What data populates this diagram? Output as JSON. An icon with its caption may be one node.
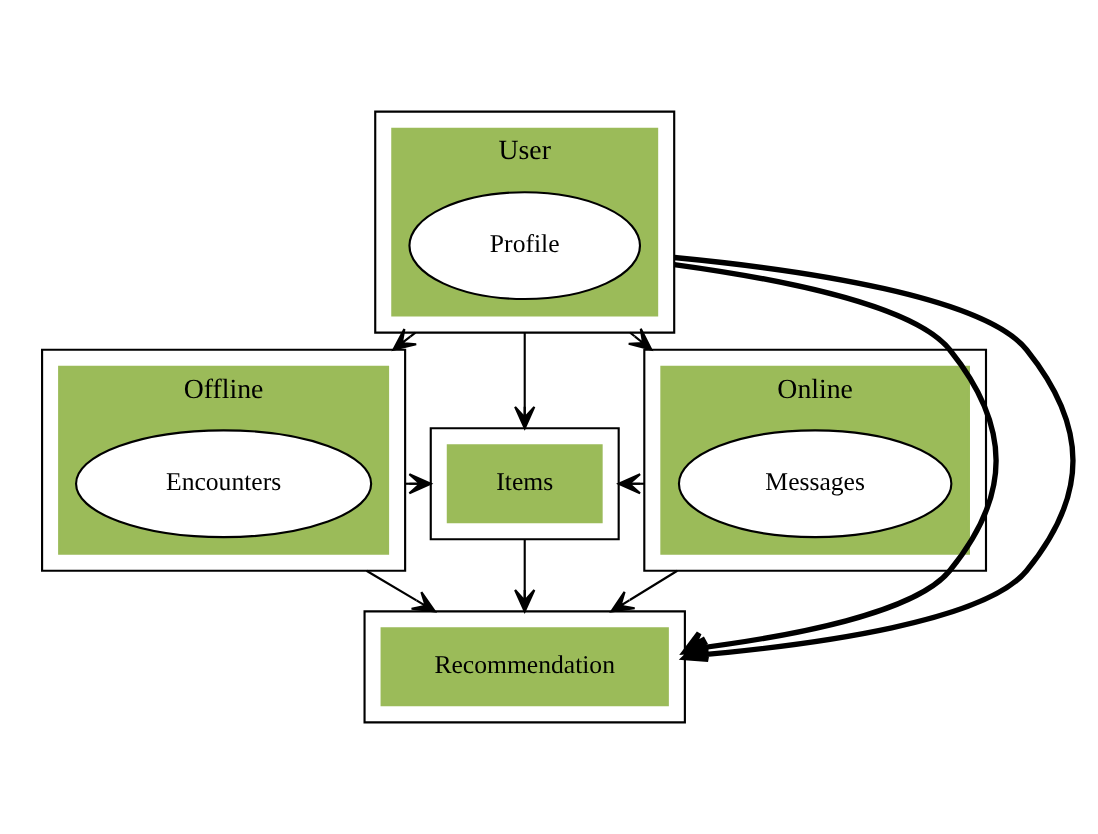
{
  "diagram": {
    "nodes": [
      {
        "text": [],
        "shape": "box"
      },
      {
        "text": [
          "User"
        ],
        "in": 0
      },
      {
        "text": [
          "Profile"
        ],
        "in": 1
      },
      {
        "text": [],
        "shape": "box"
      },
      {
        "text": [
          "Offline"
        ],
        "in": 3
      },
      {
        "text": [
          "Encounters"
        ],
        "in": 4
      },
      {
        "text": [],
        "shape": "box"
      },
      {
        "text": [
          "Items"
        ],
        "in": 6
      },
      {
        "text": [],
        "shape": "box"
      },
      {
        "text": [
          "Online"
        ],
        "in": 8
      },
      {
        "text": [
          "Messages"
        ],
        "in": 9
      },
      {
        "text": [],
        "shape": "box"
      },
      {
        "text": [
          "Recommendation"
        ],
        "in": 11
      }
    ],
    "edges": [
      {
        "from": 0,
        "to": 3,
        "arrow": "to"
      },
      {
        "from": 0,
        "to": 6,
        "arrow": "to"
      },
      {
        "from": 0,
        "to": 8,
        "arrow": "to"
      },
      {
        "from": 3,
        "to": 6,
        "arrow": "to"
      },
      {
        "from": 8,
        "to": 6,
        "arrow": "to"
      },
      {
        "from": 3,
        "to": 11,
        "arrow": "to"
      },
      {
        "from": 6,
        "to": 11,
        "arrow": "to"
      },
      {
        "from": 8,
        "to": 11,
        "arrow": "to"
      },
      {
        "from": 0,
        "to": 11,
        "arrow": "to",
        "style": "thick"
      },
      {
        "from": 0,
        "to": 11,
        "arrow": "to",
        "style": "thick"
      }
    ]
  }
}
